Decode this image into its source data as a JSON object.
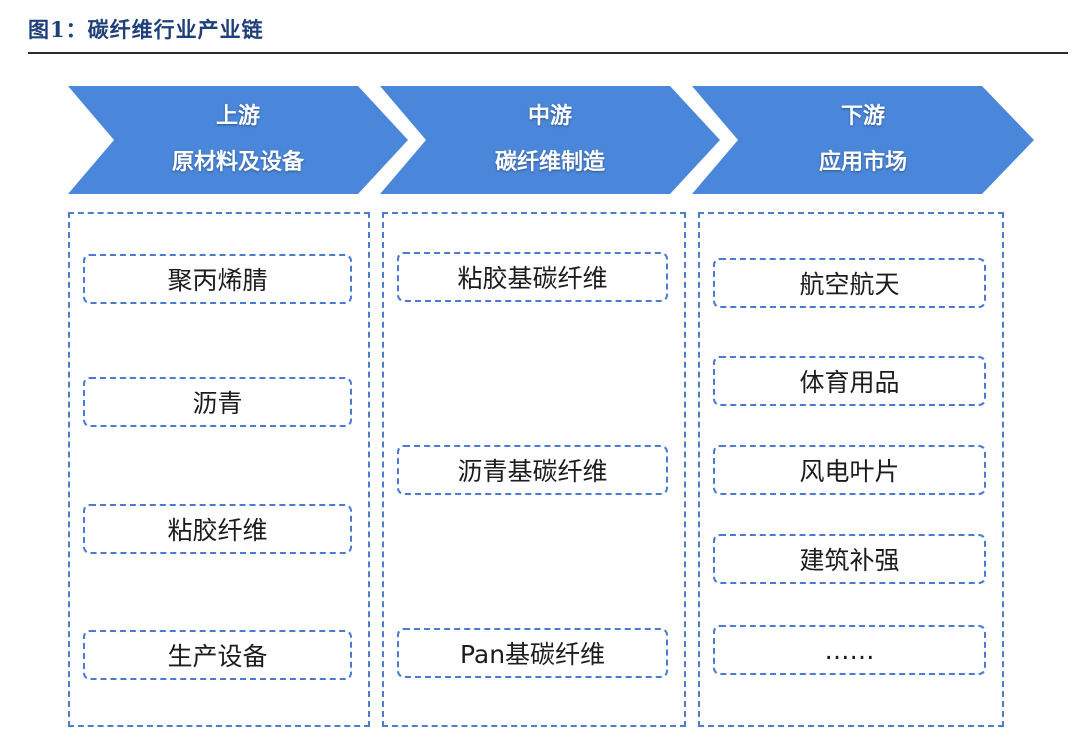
{
  "figure_title": "图1：碳纤维行业产业链",
  "colors": {
    "arrow_fill": "#4a86d9",
    "dashed_border": "#4f7ec6",
    "title_text": "#1f3f7a"
  },
  "stages": [
    {
      "name": "上游",
      "subtitle": "原材料及设备",
      "items": [
        "聚丙烯腈",
        "沥青",
        "粘胶纤维",
        "生产设备"
      ]
    },
    {
      "name": "中游",
      "subtitle": "碳纤维制造",
      "items": [
        "粘胶基碳纤维",
        "沥青基碳纤维",
        "Pan基碳纤维"
      ]
    },
    {
      "name": "下游",
      "subtitle": "应用市场",
      "items": [
        "航空航天",
        "体育用品",
        "风电叶片",
        "建筑补强",
        "……"
      ]
    }
  ]
}
